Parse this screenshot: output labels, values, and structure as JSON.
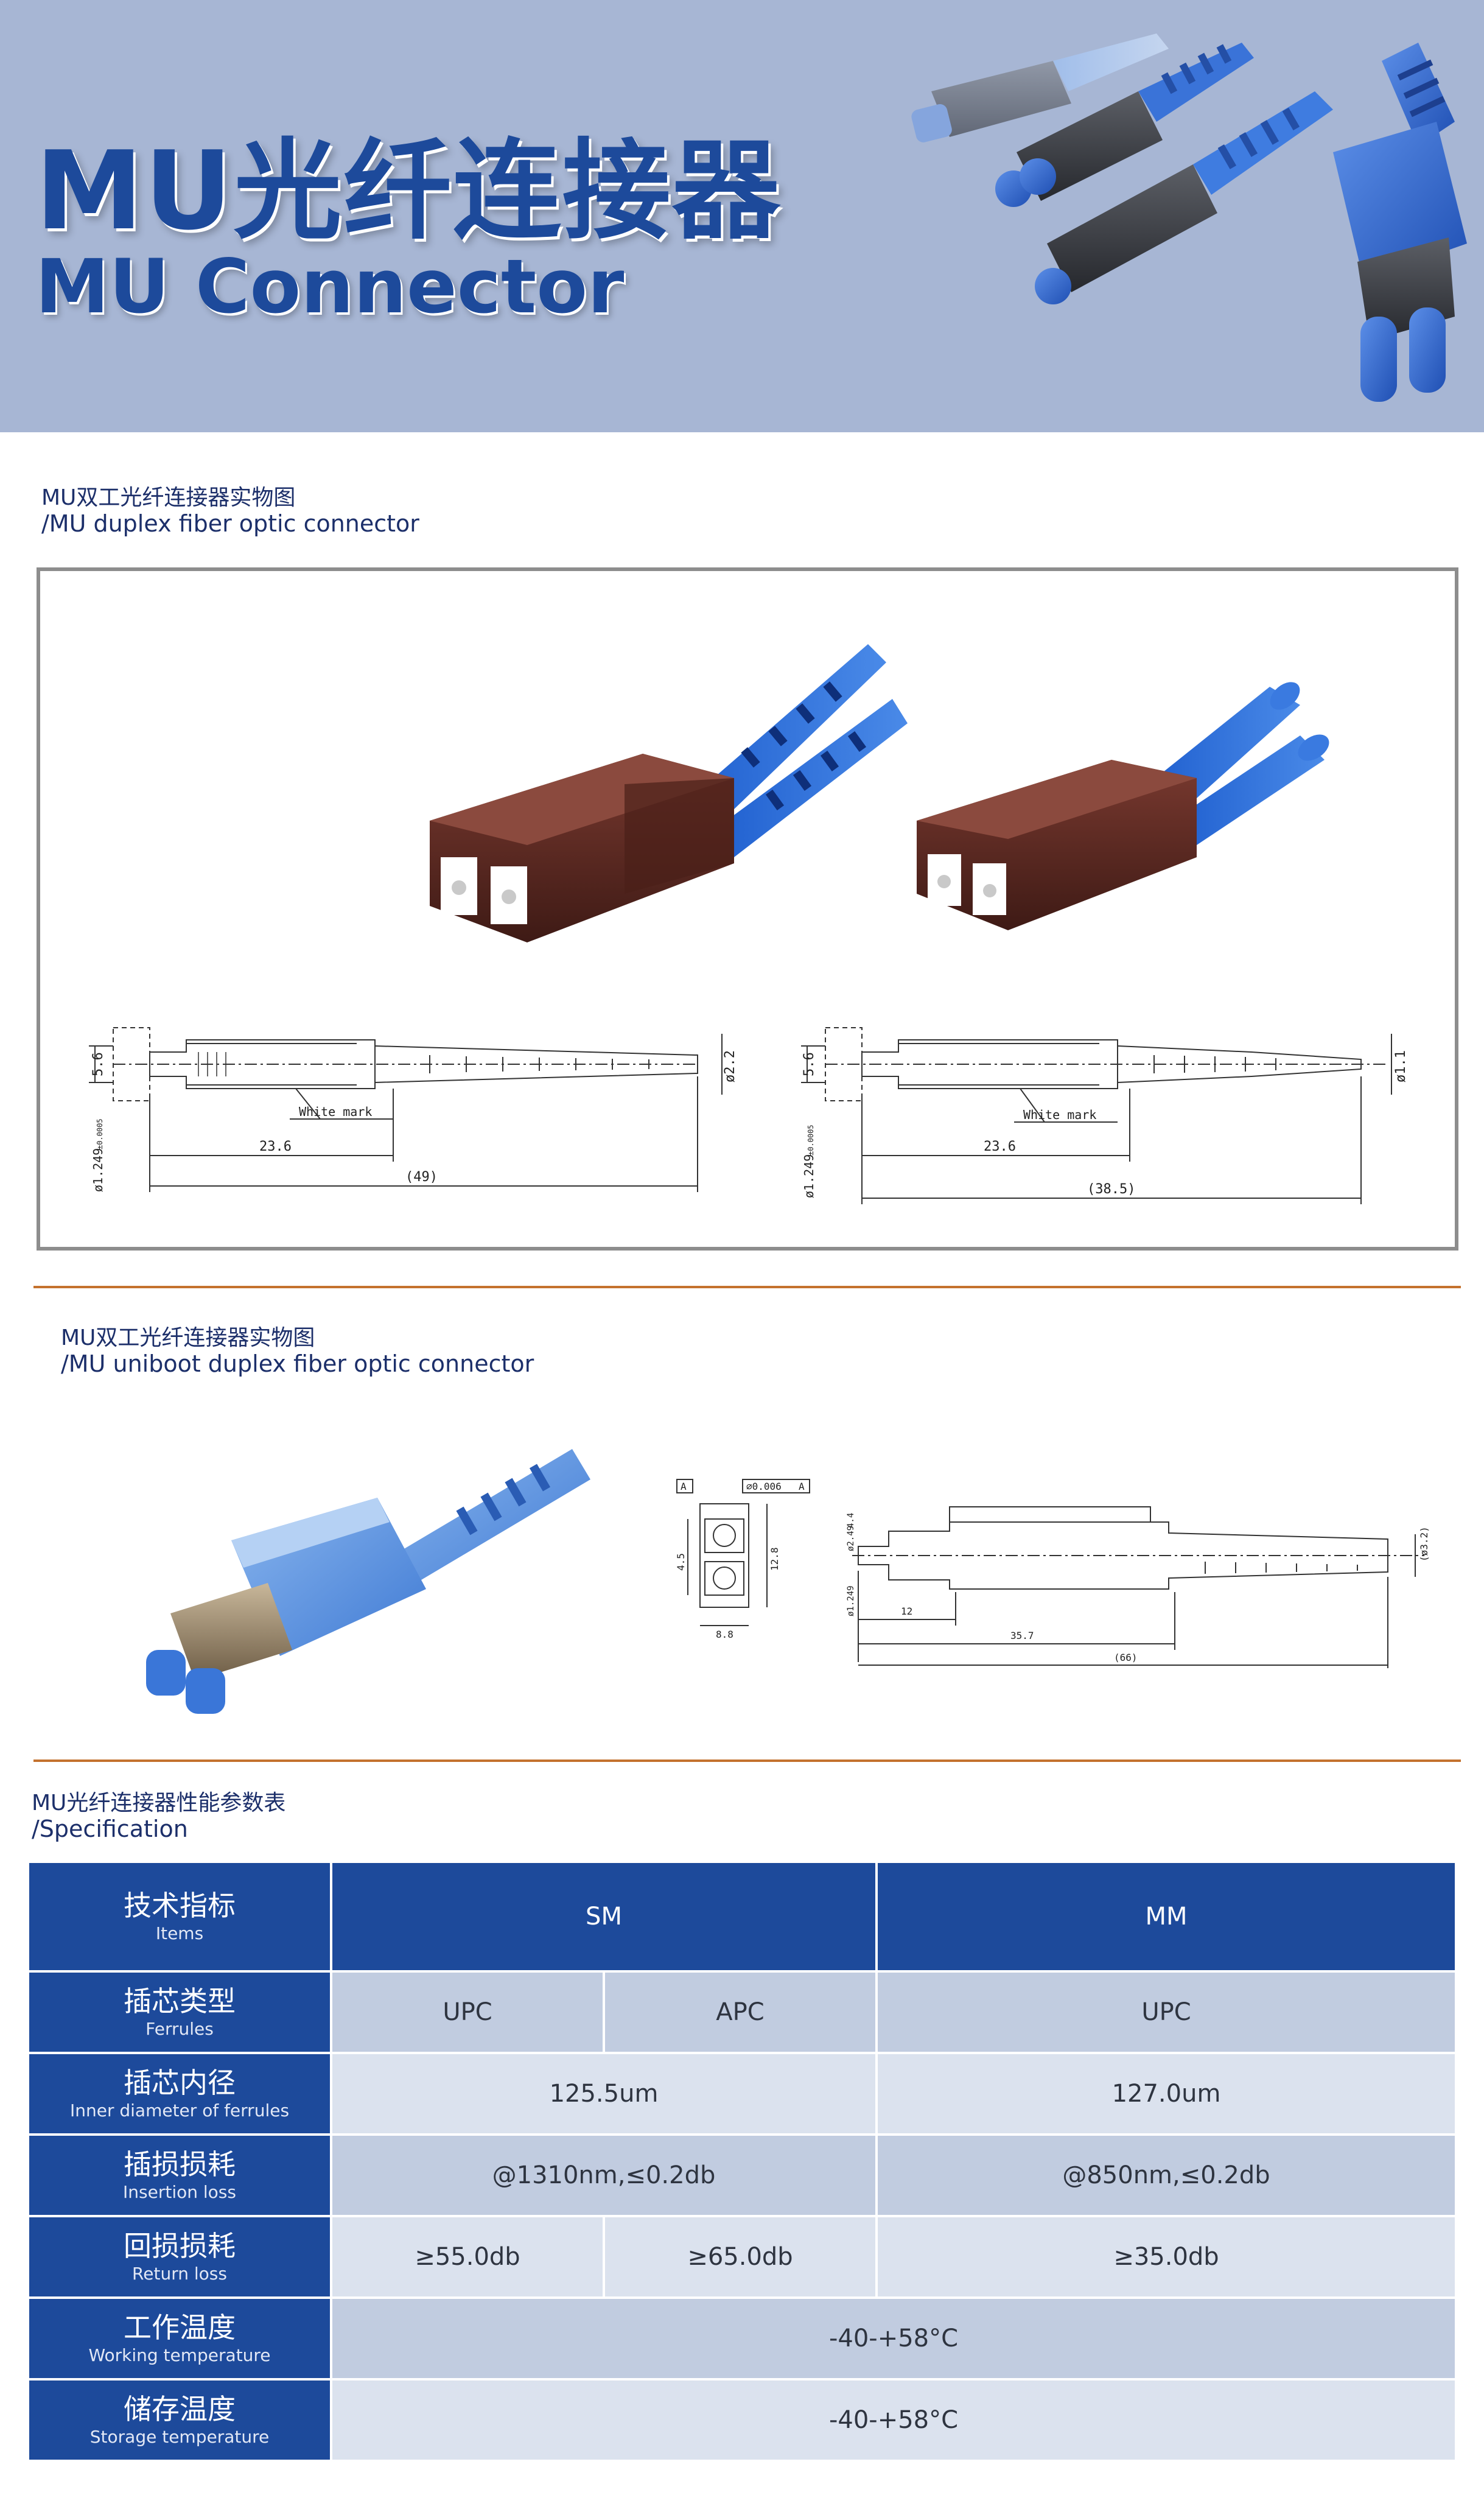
{
  "hero": {
    "title_cn": "MU光纤连接器",
    "title_en": "MU Connector"
  },
  "section1": {
    "caption_cn": "MU双工光纤连接器实物图",
    "caption_en": "/MU duplex fiber optic connector",
    "drawing_left": {
      "dim_height": "5.6",
      "dim_diameter": "ø1.249",
      "dim_tol": "±0.0005",
      "dim_tip": "ø2.2",
      "note": "White mark",
      "dim_len1": "23.6",
      "dim_total": "(49)"
    },
    "drawing_right": {
      "dim_height": "5.6",
      "dim_diameter": "ø1.249",
      "dim_tol": "±0.0005",
      "dim_tip": "ø1.1",
      "note": "White mark",
      "dim_len1": "23.6",
      "dim_total": "(38.5)"
    }
  },
  "section2": {
    "caption_cn": "MU双工光纤连接器实物图",
    "caption_en": "/MU uniboot duplex fiber optic connector",
    "drawing": {
      "datum": "A",
      "tolerance": "⌀0.006",
      "tol_datum": "A",
      "dim_v1": "4.5",
      "dim_v2": "12.8",
      "dim_h1": "8.8",
      "dim_d1": "ø2.49",
      "dim_d2": "4.4",
      "dim_d3": "ø1.249",
      "dim_tip": "(ø3.2)",
      "dim_12": "12",
      "dim_357": "35.7",
      "dim_66": "(66)"
    }
  },
  "section3": {
    "caption_cn": "MU光纤连接器性能参数表",
    "caption_en": "/Specification"
  },
  "table": {
    "header": {
      "cn": "技术指标",
      "en": "Items",
      "sm": "SM",
      "mm": "MM"
    },
    "rows": [
      {
        "cn": "插芯类型",
        "en": "Ferrules",
        "sm_a": "UPC",
        "sm_b": "APC",
        "mm": "UPC"
      },
      {
        "cn": "插芯内径",
        "en": "Inner diameter of ferrules",
        "sm": "125.5um",
        "mm": "127.0um"
      },
      {
        "cn": "插损损耗",
        "en": "Insertion loss",
        "sm": "@1310nm,≤0.2db",
        "mm": "@850nm,≤0.2db"
      },
      {
        "cn": "回损损耗",
        "en": "Return loss",
        "sm_a": "≥55.0db",
        "sm_b": "≥65.0db",
        "mm": "≥35.0db"
      },
      {
        "cn": "工作温度",
        "en": "Working temperature",
        "all": "-40-+58°C"
      },
      {
        "cn": "储存温度",
        "en": "Storage temperature",
        "all": "-40-+58°C"
      }
    ]
  },
  "colors": {
    "hero_bg": "#a7b6d4",
    "brand_blue": "#1d4a9b",
    "connector_blue": "#2f6fd6",
    "housing_brown": "#5a2a22",
    "divider": "#c4722e"
  }
}
